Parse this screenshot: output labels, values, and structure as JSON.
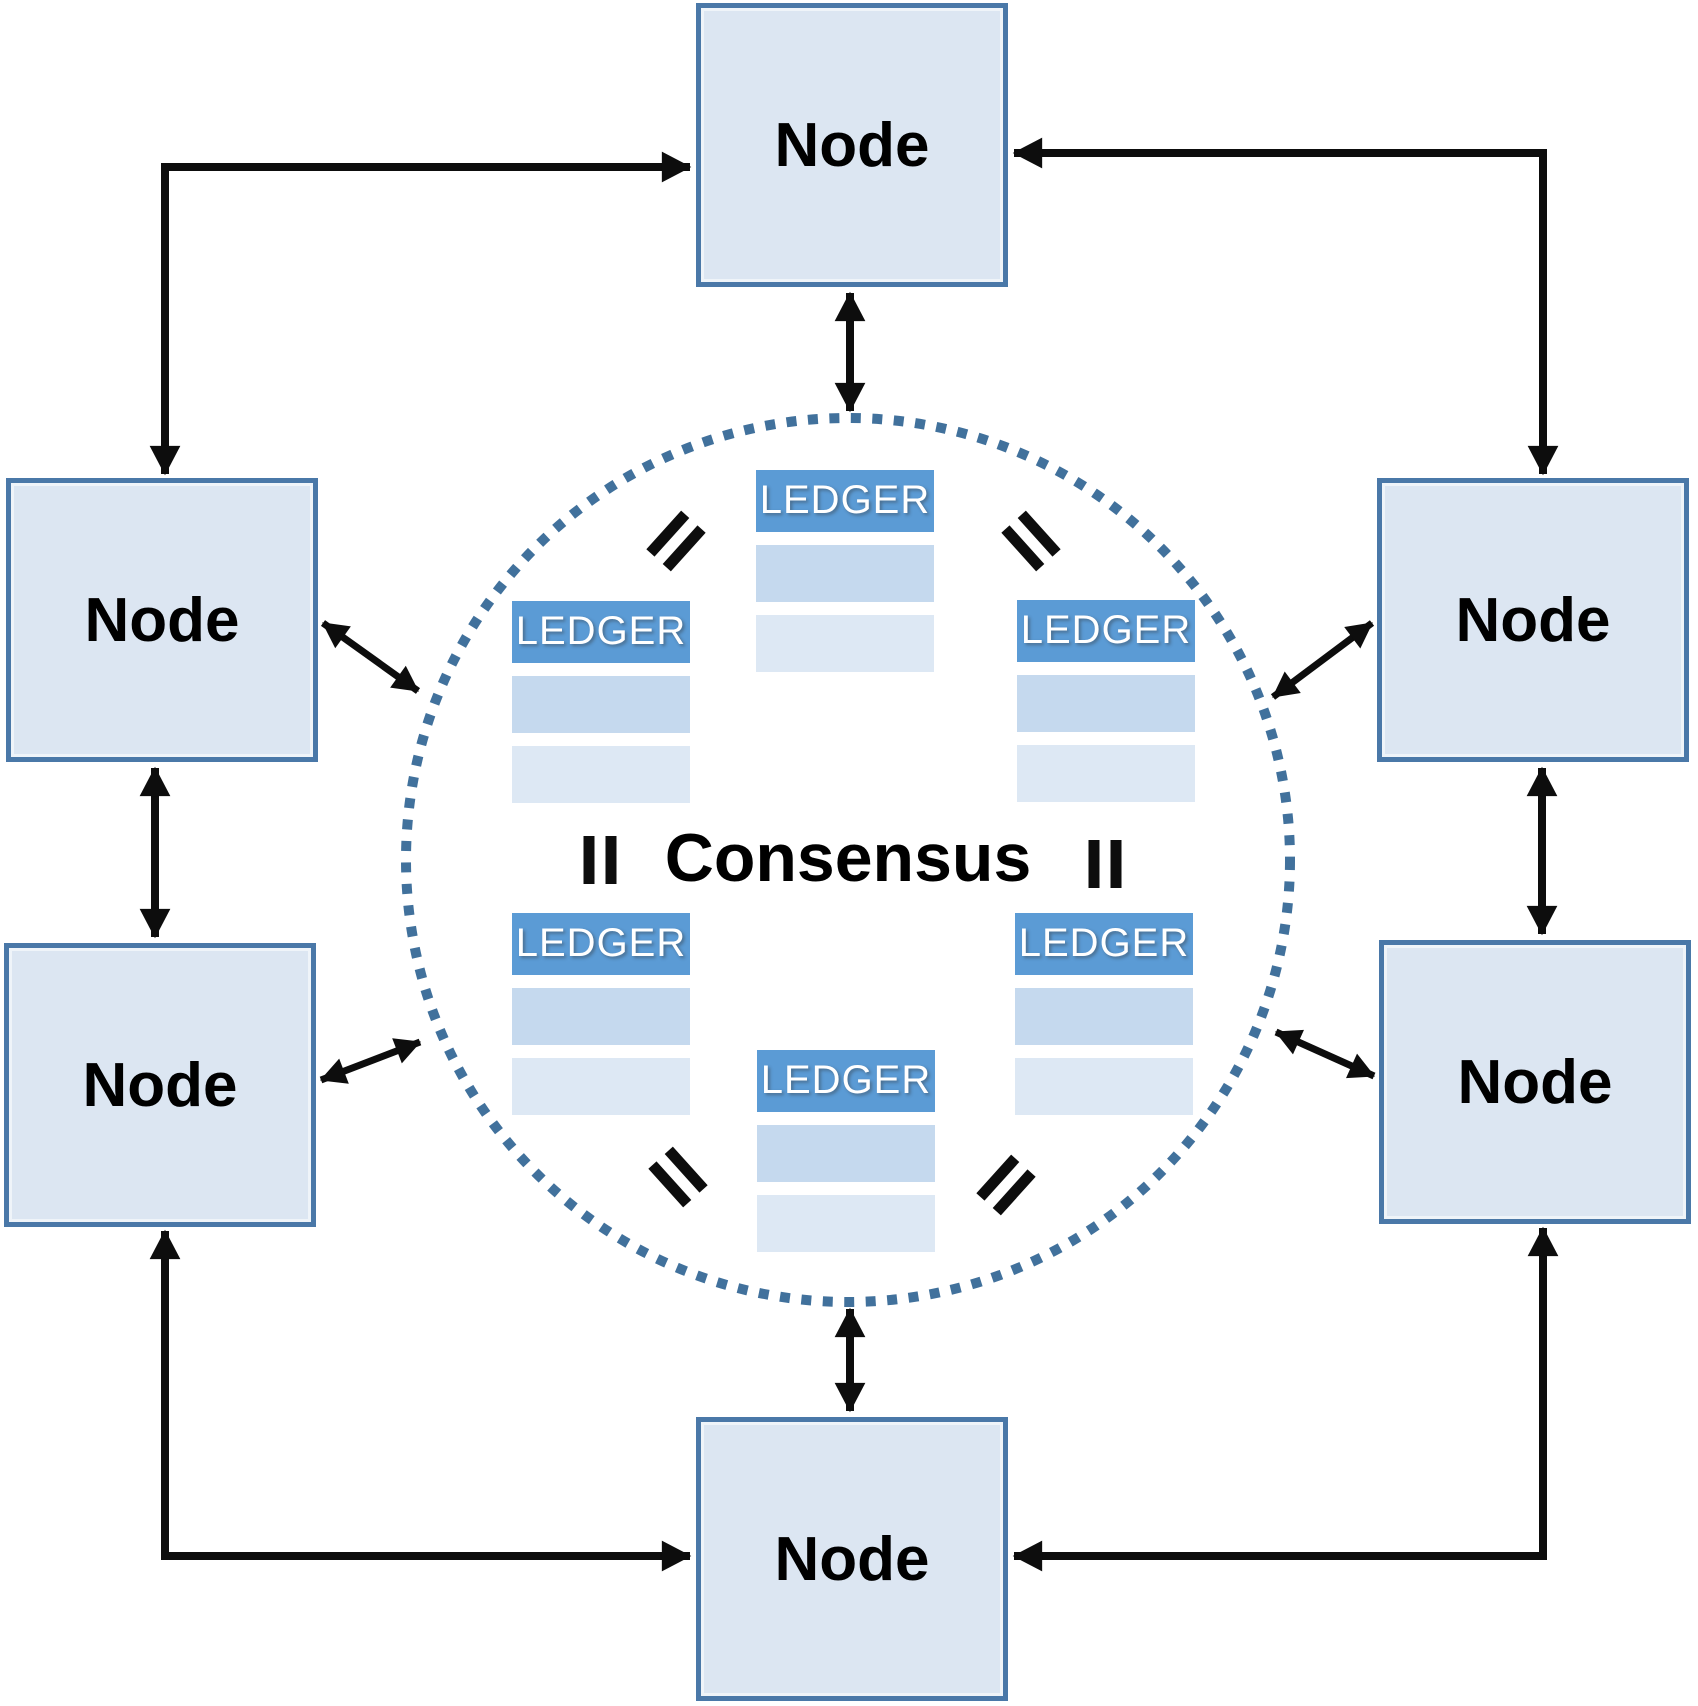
{
  "diagram": {
    "center_label": "Consensus",
    "nodes": [
      {
        "id": "top",
        "label": "Node"
      },
      {
        "id": "upper-left",
        "label": "Node"
      },
      {
        "id": "upper-right",
        "label": "Node"
      },
      {
        "id": "lower-left",
        "label": "Node"
      },
      {
        "id": "lower-right",
        "label": "Node"
      },
      {
        "id": "bottom",
        "label": "Node"
      }
    ],
    "ledgers": [
      {
        "id": "top-center",
        "header": "LEDGER",
        "rows": 2
      },
      {
        "id": "upper-left",
        "header": "LEDGER",
        "rows": 2
      },
      {
        "id": "upper-right",
        "header": "LEDGER",
        "rows": 2
      },
      {
        "id": "lower-left",
        "header": "LEDGER",
        "rows": 2
      },
      {
        "id": "lower-right",
        "header": "LEDGER",
        "rows": 2
      },
      {
        "id": "bottom-center",
        "header": "LEDGER",
        "rows": 2
      }
    ],
    "equals_sign_count": 6,
    "colors": {
      "node_fill": "#dce6f2",
      "node_border": "#4a78a8",
      "ledger_header": "#5b9bd5",
      "ledger_row1": "#c5d9ee",
      "ledger_row2": "#dde8f4",
      "circle_dotted": "#41719c",
      "arrow": "#0d0d0d",
      "text": "#000000"
    }
  }
}
